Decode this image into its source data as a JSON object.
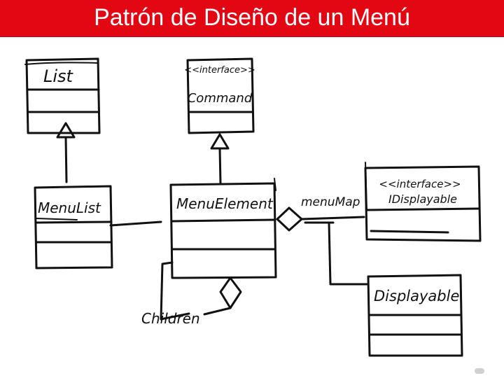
{
  "title": "Patrón de Diseño de un Menú",
  "colors": {
    "title_bar": "#e30613",
    "title_text": "#ffffff",
    "ink": "#111111"
  },
  "classes": {
    "list": "List",
    "command": [
      "<<interface>>",
      "Command"
    ],
    "menu_list": "MenuList",
    "menu_element": "MenuElement",
    "idisplayable": [
      "<<interface>>",
      "IDisplayable"
    ],
    "displayable": "Displayable"
  },
  "labels": {
    "menu_map": "menuMap",
    "children": "Children"
  }
}
